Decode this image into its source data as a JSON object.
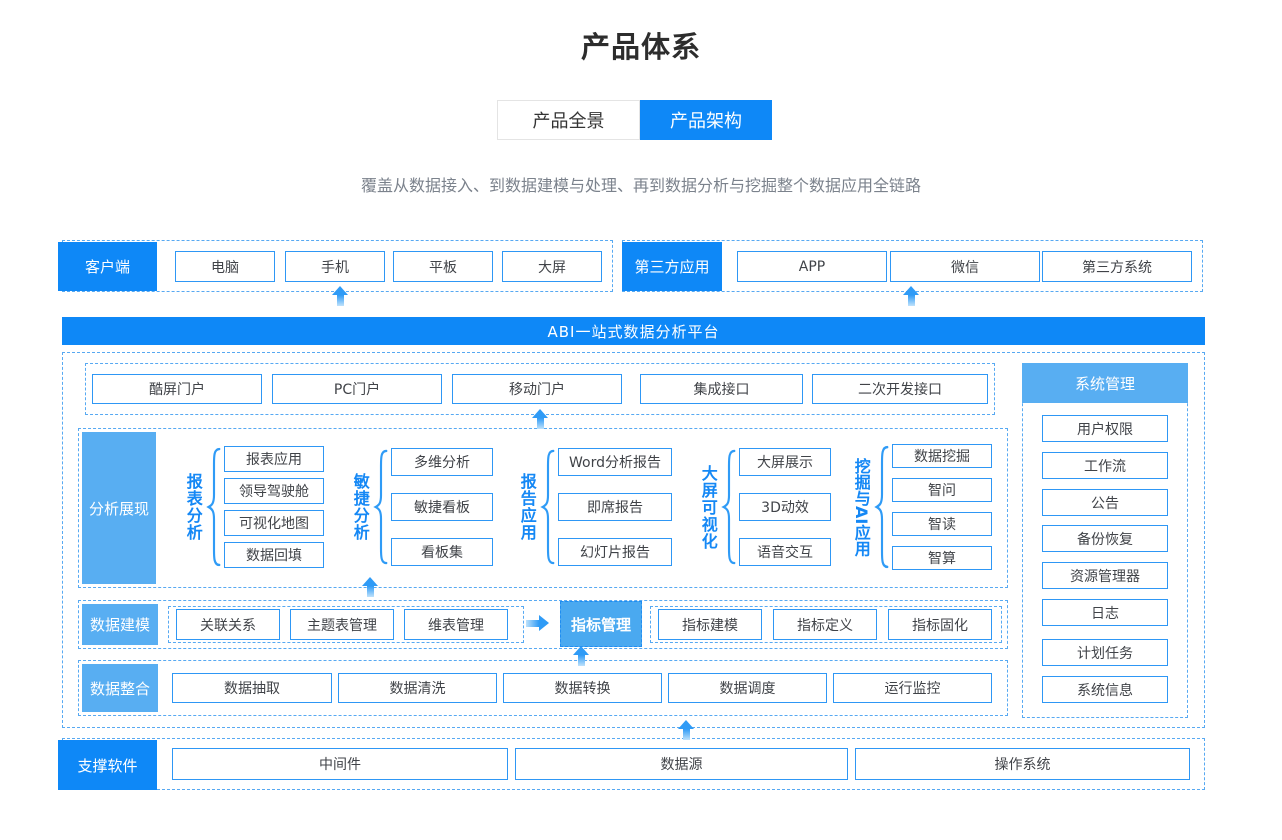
{
  "header": {
    "title": "产品体系",
    "subtitle": "覆盖从数据接入、到数据建模与处理、再到数据分析与挖掘整个数据应用全链路"
  },
  "tabs": [
    {
      "label": "产品全景",
      "active": false
    },
    {
      "label": "产品架构",
      "active": true
    }
  ],
  "client_row": {
    "label": "客户端",
    "items": [
      "电脑",
      "手机",
      "平板",
      "大屏"
    ]
  },
  "third_party_row": {
    "label": "第三方应用",
    "items": [
      "APP",
      "微信",
      "第三方系统"
    ]
  },
  "platform": {
    "banner": "ABI一站式数据分析平台",
    "portals": [
      "酷屏门户",
      "PC门户",
      "移动门户",
      "集成接口",
      "二次开发接口"
    ],
    "analysis": {
      "label": "分析展现",
      "groups": [
        {
          "name": "报表分析",
          "items": [
            "报表应用",
            "领导驾驶舱",
            "可视化地图",
            "数据回填"
          ]
        },
        {
          "name": "敏捷分析",
          "items": [
            "多维分析",
            "敏捷看板",
            "看板集"
          ]
        },
        {
          "name": "报告应用",
          "items": [
            "Word分析报告",
            "即席报告",
            "幻灯片报告"
          ]
        },
        {
          "name": "大屏可视化",
          "items": [
            "大屏展示",
            "3D动效",
            "语音交互"
          ]
        },
        {
          "name": "挖掘与AI应用",
          "items": [
            "数据挖掘",
            "智问",
            "智读",
            "智算"
          ]
        }
      ]
    },
    "modeling": {
      "label": "数据建模",
      "left_items": [
        "关联关系",
        "主题表管理",
        "维表管理"
      ],
      "highlight": "指标管理",
      "right_items": [
        "指标建模",
        "指标定义",
        "指标固化"
      ]
    },
    "integration": {
      "label": "数据整合",
      "items": [
        "数据抽取",
        "数据清洗",
        "数据转换",
        "数据调度",
        "运行监控"
      ]
    },
    "system": {
      "label": "系统管理",
      "items": [
        "用户权限",
        "工作流",
        "公告",
        "备份恢复",
        "资源管理器",
        "日志",
        "计划任务",
        "系统信息"
      ]
    }
  },
  "support_row": {
    "label": "支撑软件",
    "items": [
      "中间件",
      "数据源",
      "操作系统"
    ]
  },
  "colors": {
    "primary_blue": "#0e88f7",
    "light_blue": "#58aef2",
    "box_border_blue": "#2e97f5",
    "dashed_border_blue": "#57a9f2",
    "arrow_blue": "#2f9bf6"
  }
}
